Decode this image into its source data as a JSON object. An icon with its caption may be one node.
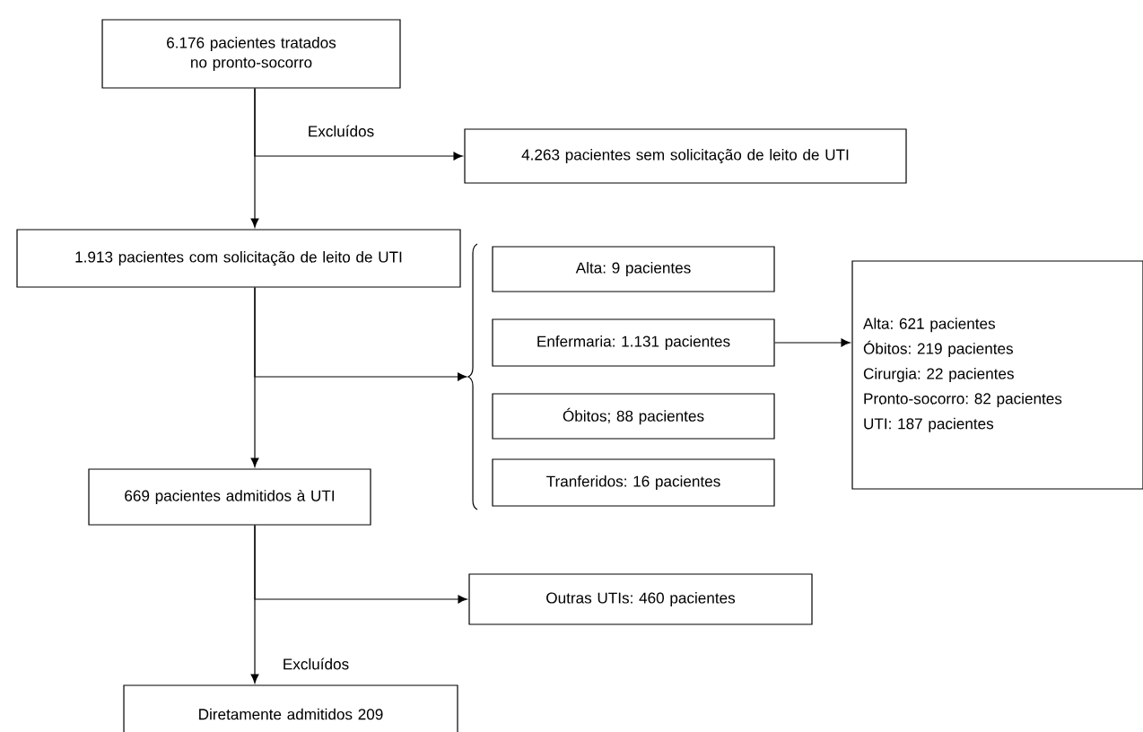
{
  "diagram": {
    "nodes": [
      {
        "text": [
          "6.176 pacientes tratados no pronto-socorro"
        ]
      },
      {
        "text": [
          "4.263 pacientes sem solicitação de leito de UTI"
        ]
      },
      {
        "text": [
          "1.913 pacientes com solicitação de leito de UTI"
        ]
      },
      {
        "text": [
          "Alta: 9 pacientes"
        ]
      },
      {
        "text": [
          "Enfermaria: 1.131 pacientes"
        ]
      },
      {
        "text": [
          "Óbitos; 88 pacientes"
        ]
      },
      {
        "text": [
          "Tranferidos: 16 pacientes"
        ]
      },
      {
        "text": [
          "Alta: 621 pacientes",
          "Óbitos: 219 pacientes",
          "Cirurgia: 22 pacientes",
          "Pronto-socorro: 82 pacientes",
          "UTI: 187 pacientes"
        ]
      },
      {
        "text": [
          "669 pacientes admitidos à UTI"
        ]
      },
      {
        "text": [
          "Outras UTIs: 460 pacientes"
        ]
      },
      {
        "text": [
          "Diretamente admitidos 209"
        ]
      },
      {
        "text": [],
        "shape": "brace"
      }
    ],
    "edges": [
      {
        "from": 0,
        "to": 2,
        "arrow": "to"
      },
      {
        "from": 0,
        "to": 1,
        "arrow": "to",
        "label": "Excluídos"
      },
      {
        "from": 2,
        "to": 8,
        "arrow": "to"
      },
      {
        "from": 2,
        "to": 11,
        "arrow": "to"
      },
      {
        "from": 4,
        "to": 7,
        "arrow": "to"
      },
      {
        "from": 8,
        "to": 9,
        "arrow": "to"
      },
      {
        "from": 8,
        "to": 10,
        "arrow": "to",
        "label": "Excluídos"
      }
    ]
  }
}
